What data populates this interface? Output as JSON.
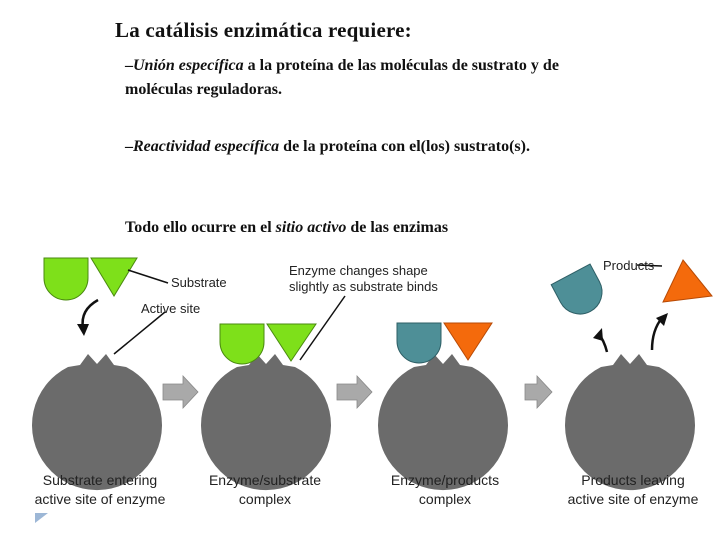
{
  "slide": {
    "title": "La catálisis enzimática requiere:",
    "bullet1": {
      "dash": "–",
      "emph": "Unión específica",
      "rest": " a la proteína de las moléculas de sustrato y de moléculas reguladoras."
    },
    "bullet2": {
      "dash": "–",
      "emph": "Reactividad específica",
      "rest": " de la proteína con el(los) sustrato(s)."
    },
    "bullet3": {
      "pre": "Todo ello ocurre en el ",
      "emph": "sitio activo",
      "post": " de las enzimas"
    }
  },
  "diagram": {
    "labels": {
      "substrate": "Substrate",
      "active_site": "Active site",
      "shape_change_line1": "Enzyme changes shape",
      "shape_change_line2": "slightly as substrate binds",
      "products": "Products"
    },
    "captions": [
      {
        "line1": "Substrate entering",
        "line2": "active site of enzyme"
      },
      {
        "line1": "Enzyme/substrate",
        "line2": "complex"
      },
      {
        "line1": "Enzyme/products",
        "line2": "complex"
      },
      {
        "line1": "Products leaving",
        "line2": "active site of enzyme"
      }
    ],
    "colors": {
      "enzyme": "#6b6b6b",
      "substrate": "#7ee01a",
      "product_round": "#4e8f97",
      "product_triangle": "#f46a0c",
      "arrow": "#a9a9a9"
    }
  }
}
